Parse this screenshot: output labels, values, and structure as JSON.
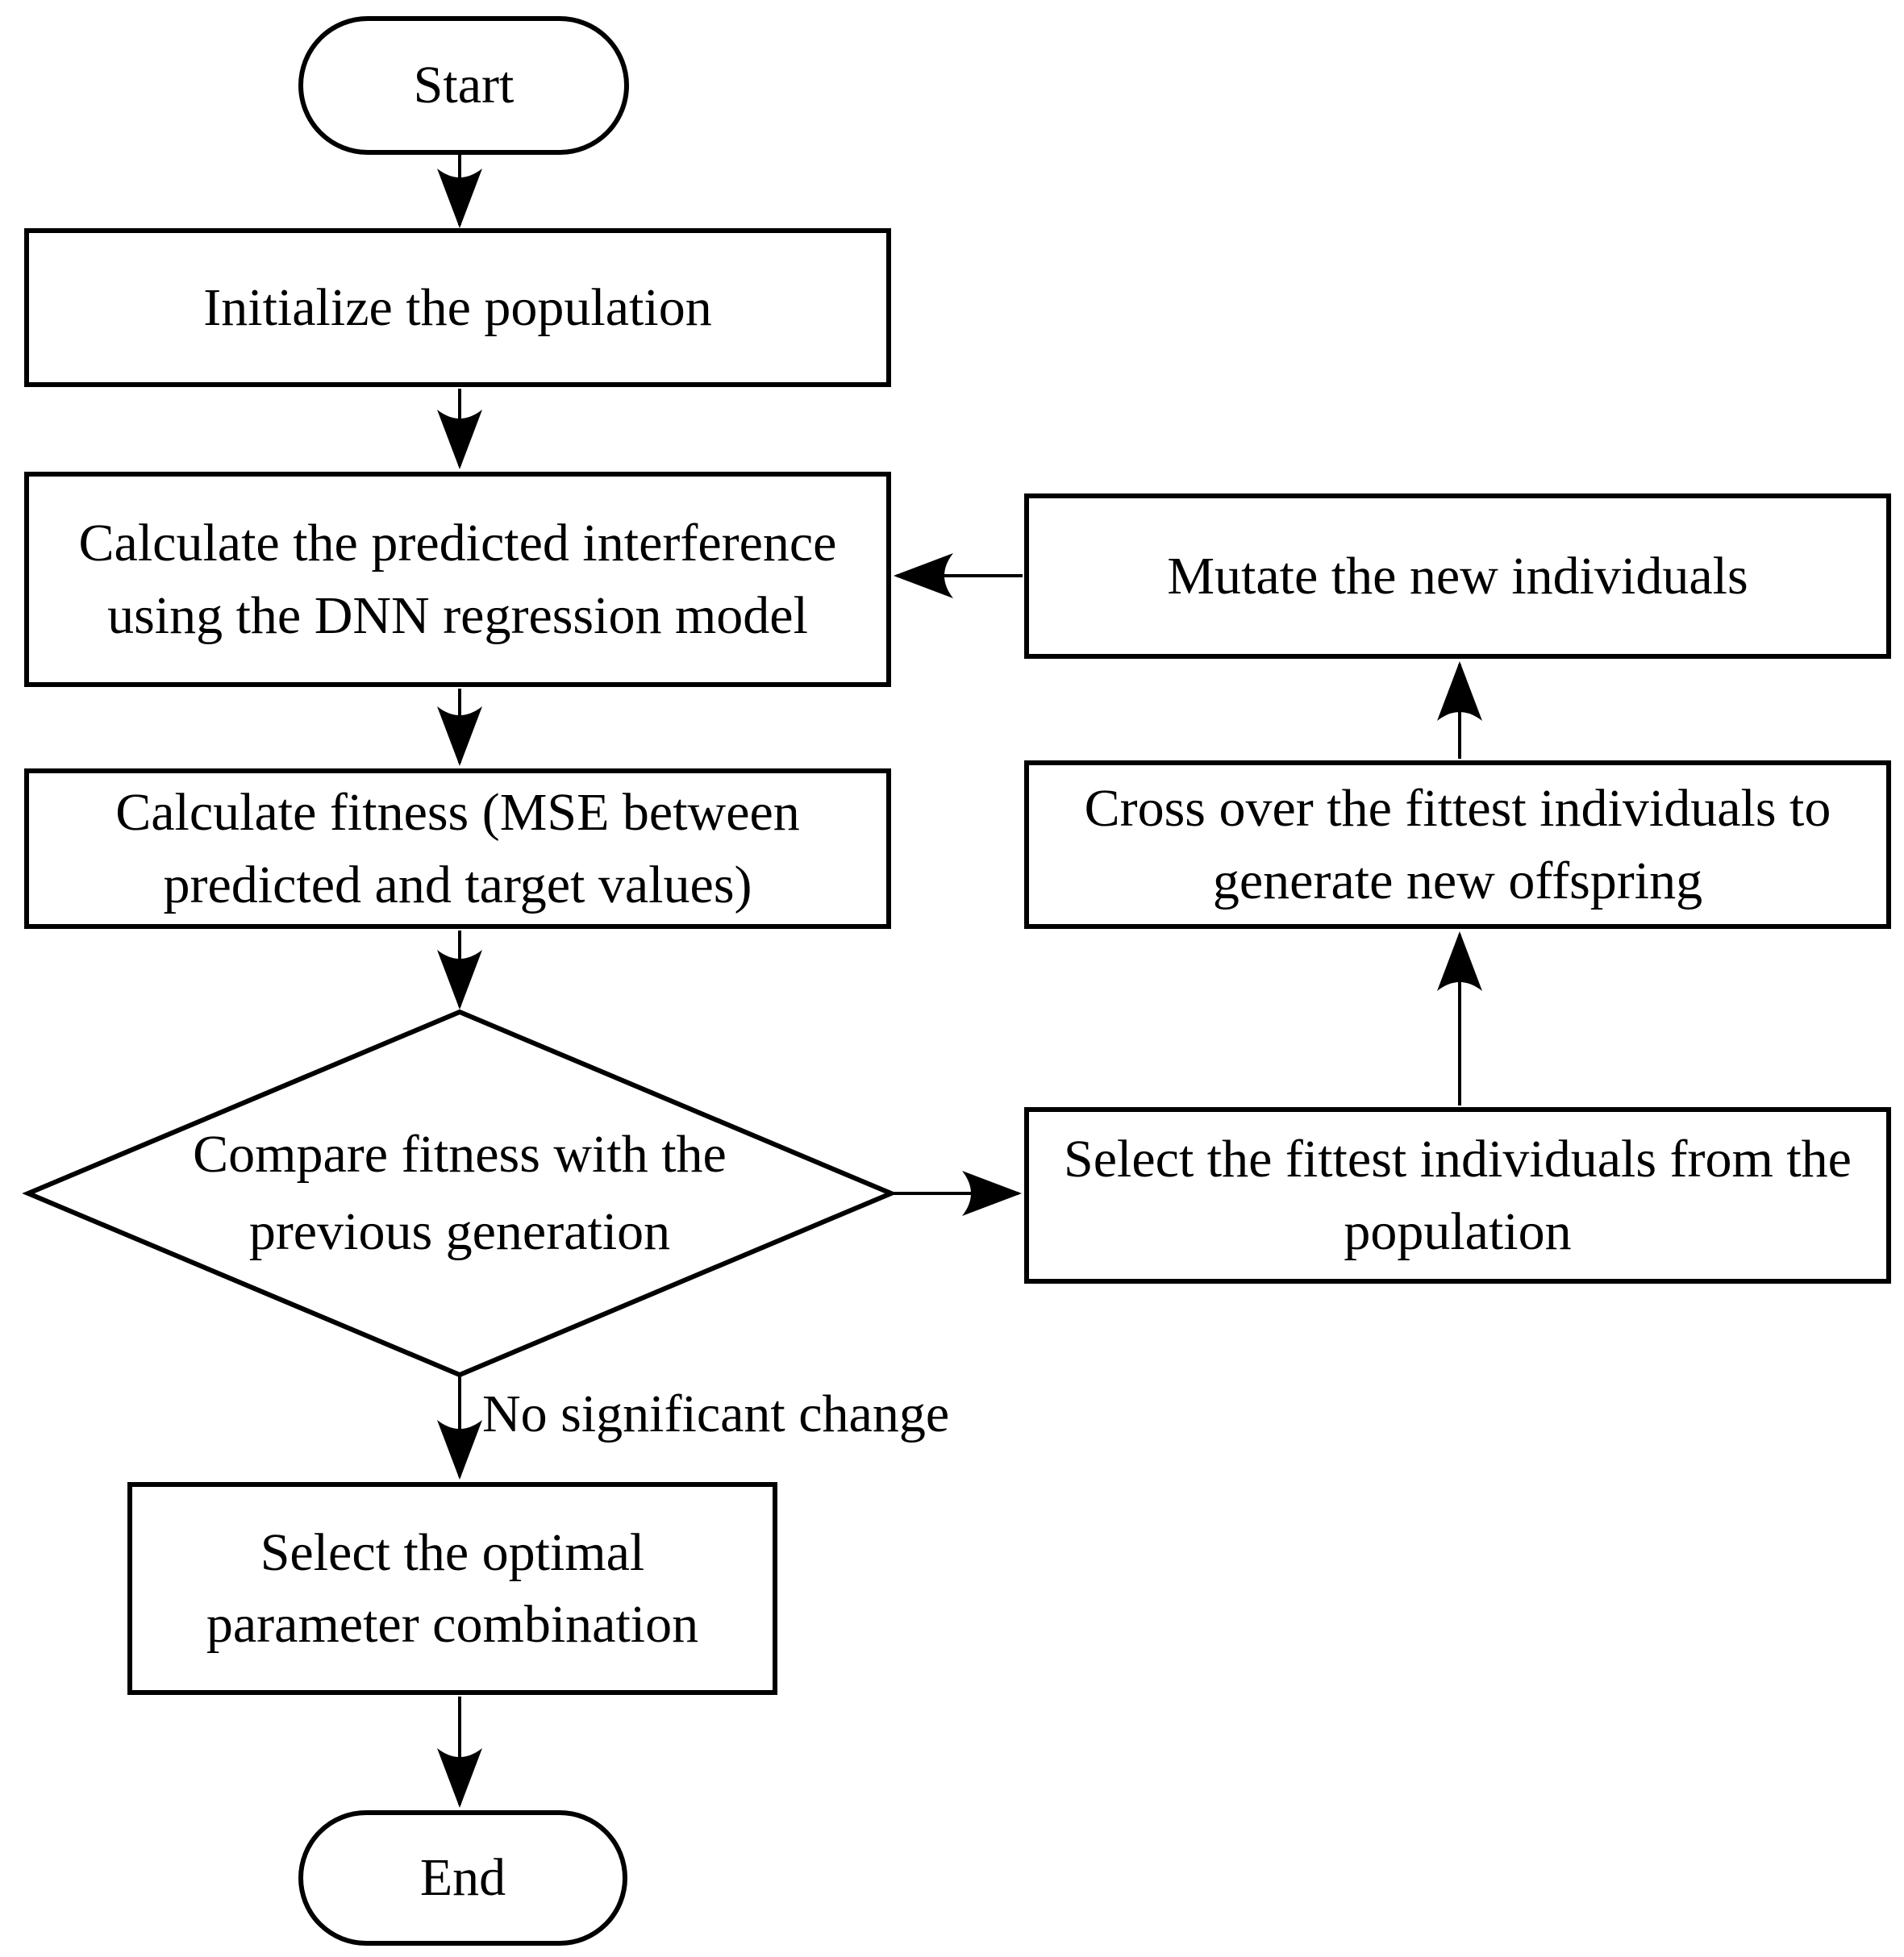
{
  "nodes": {
    "start": {
      "type": "terminator",
      "label": "Start"
    },
    "initialize": {
      "type": "process",
      "label": "Initialize the population"
    },
    "calculate_predicted": {
      "type": "process",
      "label": "Calculate the predicted interference using the DNN regression model"
    },
    "calculate_fitness": {
      "type": "process",
      "label": "Calculate fitness (MSE between predicted and target values)"
    },
    "compare_fitness": {
      "type": "decision",
      "label": "Compare fitness with the previous generation"
    },
    "select_fittest": {
      "type": "process",
      "label": "Select the fittest individuals from the population"
    },
    "cross_over": {
      "type": "process",
      "label": "Cross over the fittest individuals to generate new offspring"
    },
    "mutate": {
      "type": "process",
      "label": "Mutate the new individuals"
    },
    "select_optimal": {
      "type": "process",
      "label": "Select the optimal parameter combination"
    },
    "end": {
      "type": "terminator",
      "label": "End"
    }
  },
  "edges": [
    {
      "from": "start",
      "to": "initialize",
      "label": ""
    },
    {
      "from": "initialize",
      "to": "calculate_predicted",
      "label": ""
    },
    {
      "from": "calculate_predicted",
      "to": "calculate_fitness",
      "label": ""
    },
    {
      "from": "calculate_fitness",
      "to": "compare_fitness",
      "label": ""
    },
    {
      "from": "compare_fitness",
      "to": "select_optimal",
      "label": "No significant change"
    },
    {
      "from": "select_optimal",
      "to": "end",
      "label": ""
    },
    {
      "from": "compare_fitness",
      "to": "select_fittest",
      "label": ""
    },
    {
      "from": "select_fittest",
      "to": "cross_over",
      "label": ""
    },
    {
      "from": "cross_over",
      "to": "mutate",
      "label": ""
    },
    {
      "from": "mutate",
      "to": "calculate_predicted",
      "label": ""
    }
  ],
  "colors": {
    "stroke": "#000000",
    "fill": "#ffffff",
    "text": "#000000"
  }
}
